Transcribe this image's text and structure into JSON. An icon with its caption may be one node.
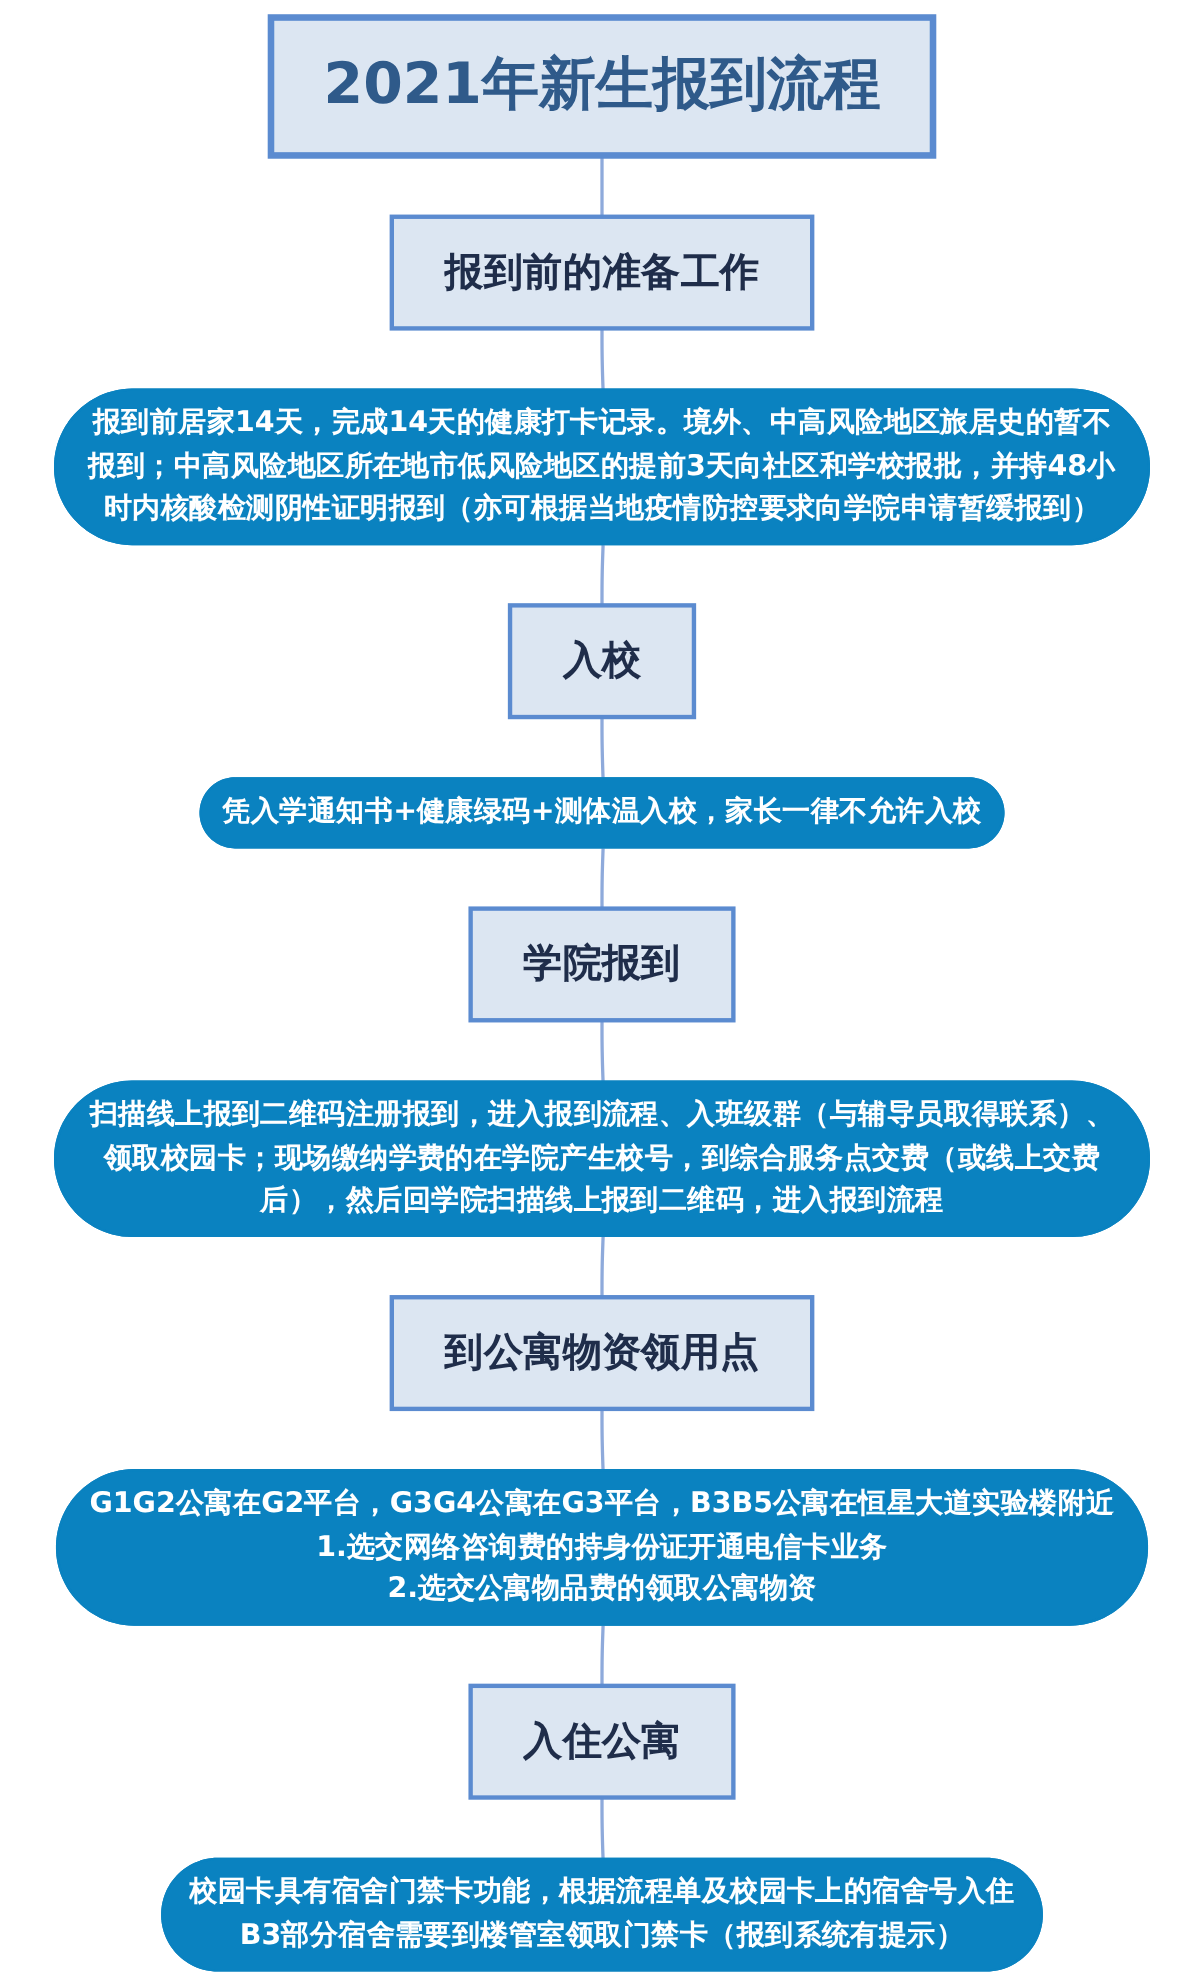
{
  "diagram": {
    "nodes": [
      {
        "text": [
          "2021年新生报到流程"
        ]
      },
      {
        "text": [
          "报到前的准备工作"
        ]
      },
      {
        "text": [
          "报到前居家14天，完成14天的健康打卡记录。境外、中高风险地区旅居史的暂不报到；中高风险地区所在地市低风险地区的提前3天向社区和学校报批，并持48小时内核酸检测阴性证明报到（亦可根据当地疫情防控要求向学院申请暂缓报到）"
        ]
      },
      {
        "text": [
          "入校"
        ]
      },
      {
        "text": [
          "凭入学通知书+健康绿码+测体温入校，家长一律不允许入校"
        ]
      },
      {
        "text": [
          "学院报到"
        ]
      },
      {
        "text": [
          "扫描线上报到二维码注册报到，进入报到流程、入班级群（与辅导员取得联系）、领取校园卡；现场缴纳学费的在学院产生校号，到综合服务点交费（或线上交费后），然后回学院扫描线上报到二维码，进入报到流程"
        ]
      },
      {
        "text": [
          "到公寓物资领用点"
        ]
      },
      {
        "text": [
          "G1G2公寓在G2平台，G3G4公寓在G3平台，B3B5公寓在恒星大道实验楼附近",
          "1.选交网络咨询费的持身份证开通电信卡业务",
          "2.选交公寓物品费的领取公寓物资"
        ]
      },
      {
        "text": [
          "入住公寓"
        ]
      },
      {
        "text": [
          "校园卡具有宿舍门禁卡功能，根据流程单及校园卡上的宿舍号入住",
          "B3部分宿舍需要到楼管室领取门禁卡（报到系统有提示）"
        ]
      }
    ],
    "edges": [
      {
        "from": 0,
        "to": 1,
        "arrow": "none"
      },
      {
        "from": 1,
        "to": 2,
        "arrow": "none"
      },
      {
        "from": 2,
        "to": 3,
        "arrow": "none"
      },
      {
        "from": 3,
        "to": 4,
        "arrow": "none"
      },
      {
        "from": 4,
        "to": 5,
        "arrow": "none"
      },
      {
        "from": 5,
        "to": 6,
        "arrow": "none"
      },
      {
        "from": 6,
        "to": 7,
        "arrow": "none"
      },
      {
        "from": 7,
        "to": 8,
        "arrow": "none"
      },
      {
        "from": 8,
        "to": 9,
        "arrow": "none"
      },
      {
        "from": 9,
        "to": 10,
        "arrow": "none"
      }
    ]
  }
}
